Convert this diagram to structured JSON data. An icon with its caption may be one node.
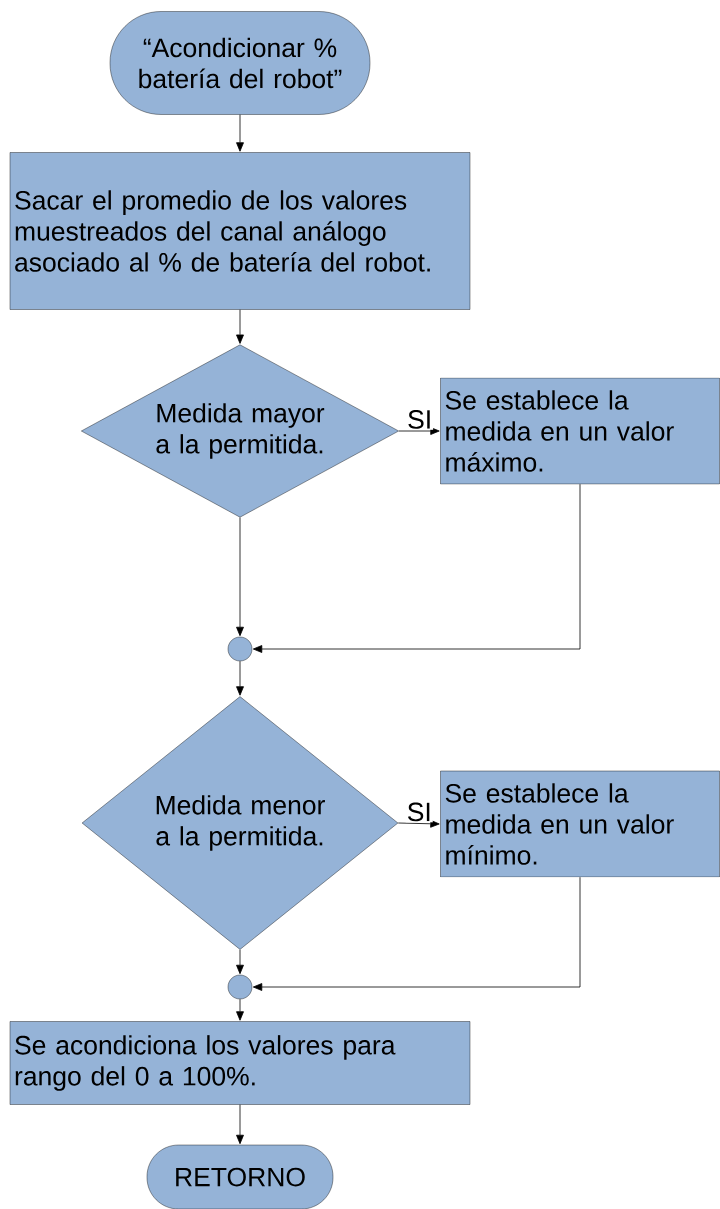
{
  "diagram": {
    "nodes": [
      {
        "text": [
          "“Acondicionar % batería del robot”"
        ]
      },
      {
        "text": [
          "Sacar el promedio de los valores muestreados del canal análogo asociado al % de batería del robot."
        ]
      },
      {
        "text": [
          "Medida mayor a la permitida."
        ]
      },
      {
        "text": [
          "Se establece la medida en un valor máximo."
        ]
      },
      {
        "text": [],
        "shape": "circle"
      },
      {
        "text": [
          "Medida menor a la permitida."
        ]
      },
      {
        "text": [
          "Se establece la medida en un valor mínimo."
        ]
      },
      {
        "text": [],
        "shape": "circle"
      },
      {
        "text": [
          "Se acondiciona los valores para rango del 0 a 100%."
        ]
      },
      {
        "text": [
          "RETORNO"
        ]
      }
    ],
    "edges": [
      {
        "from": 0,
        "to": 1,
        "arrow": "to"
      },
      {
        "from": 1,
        "to": 2,
        "arrow": "to"
      },
      {
        "from": 2,
        "to": 3,
        "arrow": "to",
        "label": "SI"
      },
      {
        "from": 2,
        "to": 4,
        "arrow": "to"
      },
      {
        "from": 3,
        "to": 4,
        "arrow": "to"
      },
      {
        "from": 4,
        "to": 5,
        "arrow": "to"
      },
      {
        "from": 5,
        "to": 6,
        "arrow": "to",
        "label": "SI"
      },
      {
        "from": 5,
        "to": 7,
        "arrow": "to"
      },
      {
        "from": 6,
        "to": 7,
        "arrow": "to"
      },
      {
        "from": 7,
        "to": 8,
        "arrow": "to"
      },
      {
        "from": 8,
        "to": 9,
        "arrow": "to"
      }
    ]
  }
}
